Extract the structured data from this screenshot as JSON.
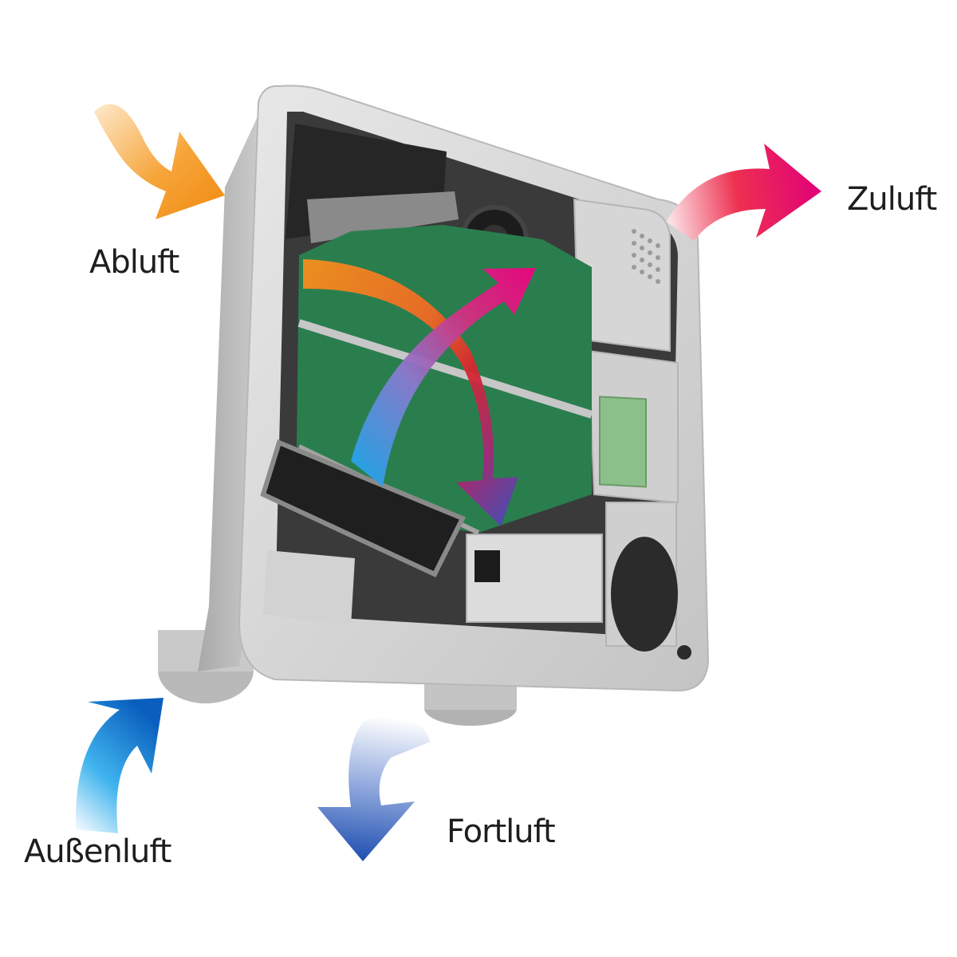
{
  "labels": {
    "exhaust_air": "Abluft",
    "supply_air": "Zuluft",
    "outdoor_air": "Außenluft",
    "discharge_air": "Fortluft"
  },
  "colors": {
    "exhaust_air": "#f39019",
    "supply_air": "#e4006f",
    "outdoor_air": "#0a6fc4",
    "discharge_air": "#2f5bb8",
    "heat_exchanger": "#2a7e4e",
    "housing": "#dcdcdc"
  },
  "icons": {
    "device": "heat-recovery-ventilation-unit",
    "flow_arrow": "curved-arrow"
  }
}
